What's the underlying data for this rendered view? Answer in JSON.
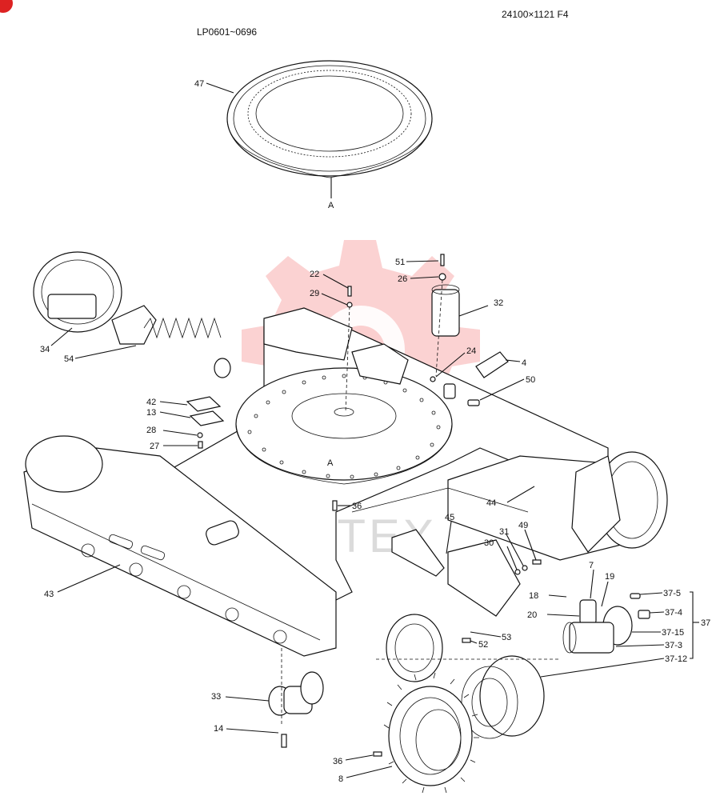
{
  "header": {
    "serial_range": "LP0601~0696",
    "drawing_code": "24100×1121  F4"
  },
  "watermark": {
    "text": "ИНТЕХ",
    "color": "#e33333"
  },
  "labels": {
    "p47": "47",
    "pA_top": "A",
    "pA_mid": "A",
    "p51": "51",
    "p26": "26",
    "p32": "32",
    "p22": "22",
    "p29": "29",
    "p24": "24",
    "p4": "4",
    "p50": "50",
    "p34": "34",
    "p54": "54",
    "p42": "42",
    "p13": "13",
    "p28": "28",
    "p27": "27",
    "p36a": "36",
    "p44": "44",
    "p45": "45",
    "p43": "43",
    "p31": "31",
    "p49": "49",
    "p30": "30",
    "p7": "7",
    "p19": "19",
    "p18": "18",
    "p20": "20",
    "p37_5": "37-5",
    "p37_4": "37-4",
    "p37": "37",
    "p37_15": "37-15",
    "p37_3": "37-3",
    "p37_12": "37-12",
    "p53": "53",
    "p52": "52",
    "p33": "33",
    "p14": "14",
    "p36b": "36",
    "p8": "8"
  }
}
